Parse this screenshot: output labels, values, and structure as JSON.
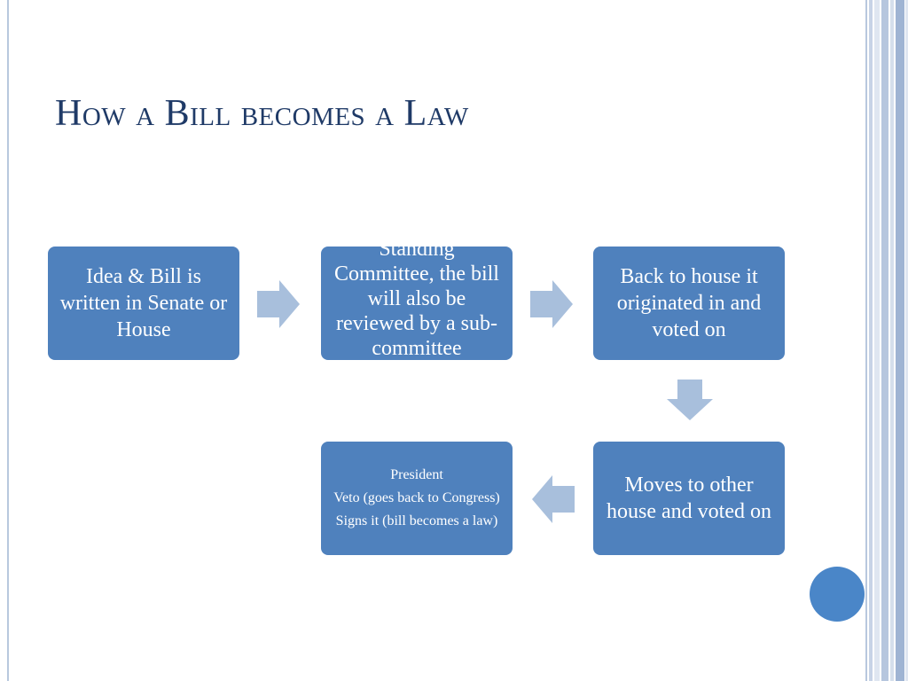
{
  "title": "How a Bill becomes a Law",
  "colors": {
    "box_fill": "#4f81bd",
    "arrow_fill": "#a8bfdc",
    "title_color": "#1f3a67",
    "dot_fill": "#4a86c8"
  },
  "steps": [
    {
      "text": "Idea & Bill is written in Senate or House"
    },
    {
      "text": "Standing Committee, the bill will also be reviewed by a sub-committee"
    },
    {
      "text": "Back to house it originated in and voted on"
    },
    {
      "text": "Moves to other house and voted on"
    },
    {
      "lines": [
        "President",
        "Veto (goes back to Congress)",
        "Signs it (bill becomes a law)"
      ]
    }
  ],
  "arrows": [
    "arrow-right-icon",
    "arrow-right-icon",
    "arrow-down-icon",
    "arrow-left-icon"
  ]
}
